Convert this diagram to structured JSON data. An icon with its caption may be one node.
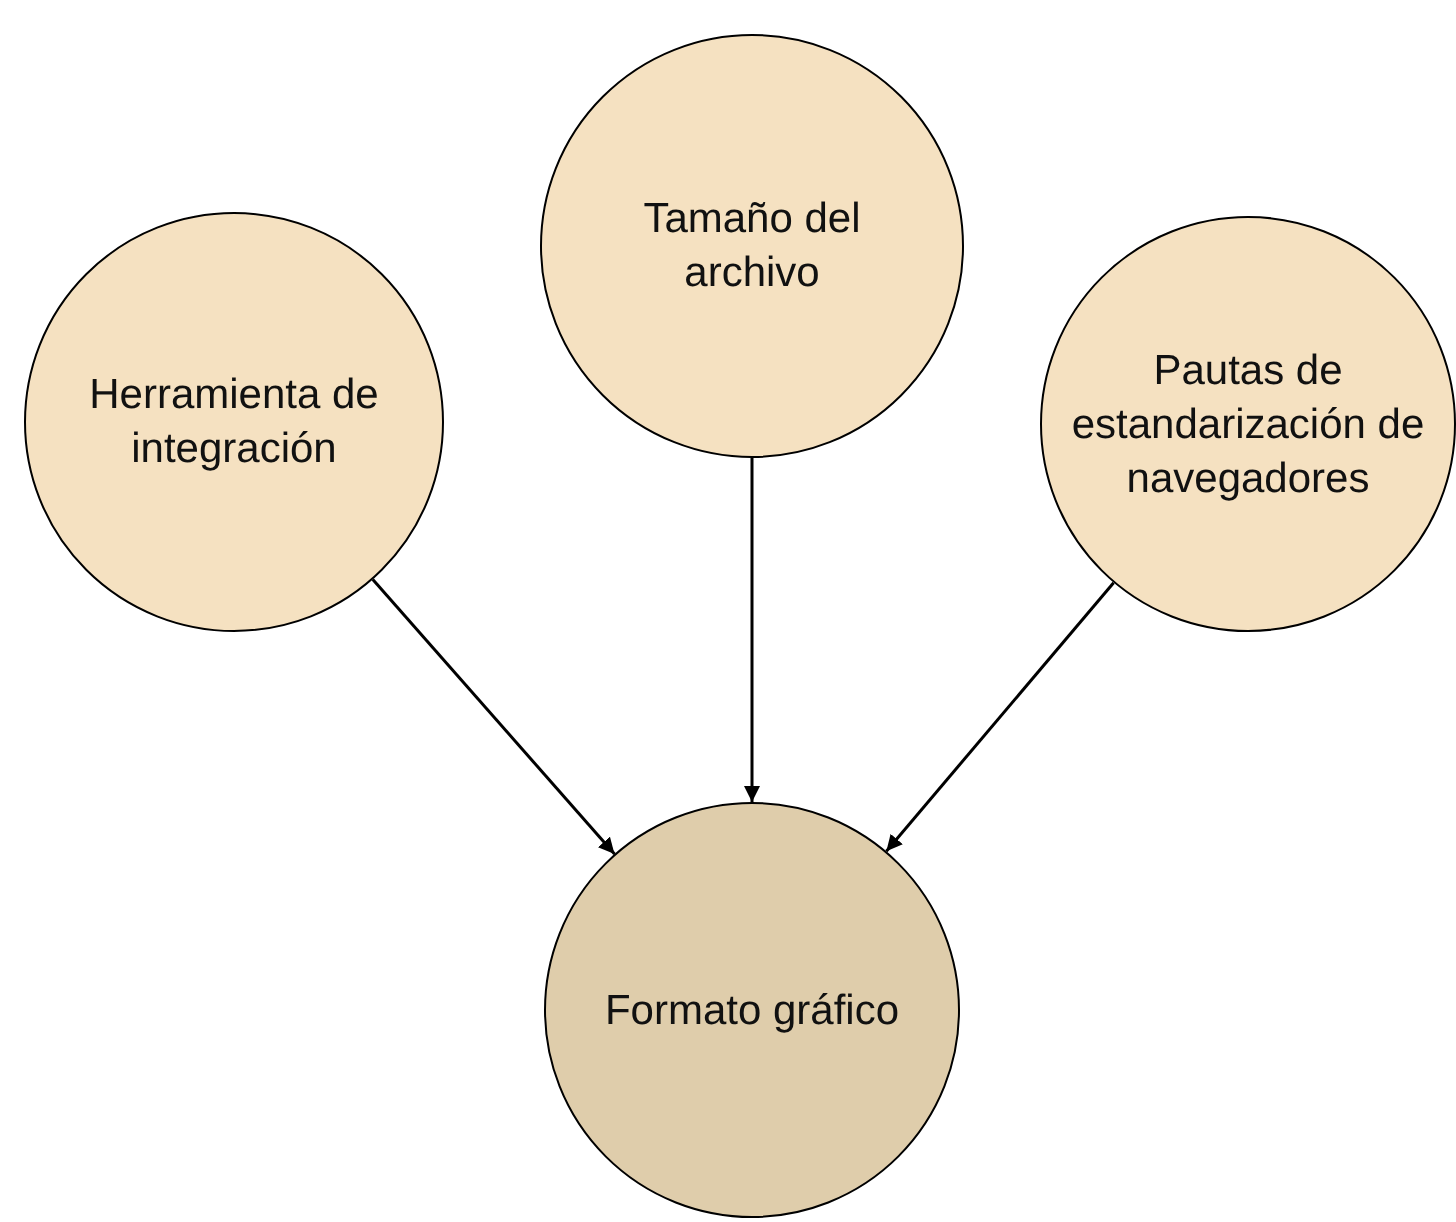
{
  "diagram": {
    "nodes": [
      {
        "text": [
          "Herramienta de integración"
        ]
      },
      {
        "text": [
          "Tamaño del archivo"
        ]
      },
      {
        "text": [
          "Pautas de estandarización de navegadores"
        ]
      },
      {
        "text": [
          "Formato gráfico"
        ]
      }
    ],
    "edges": [
      {
        "from": 0,
        "to": 3,
        "arrow": "to"
      },
      {
        "from": 1,
        "to": 3,
        "arrow": "to"
      },
      {
        "from": 2,
        "to": 3,
        "arrow": "to"
      }
    ]
  }
}
